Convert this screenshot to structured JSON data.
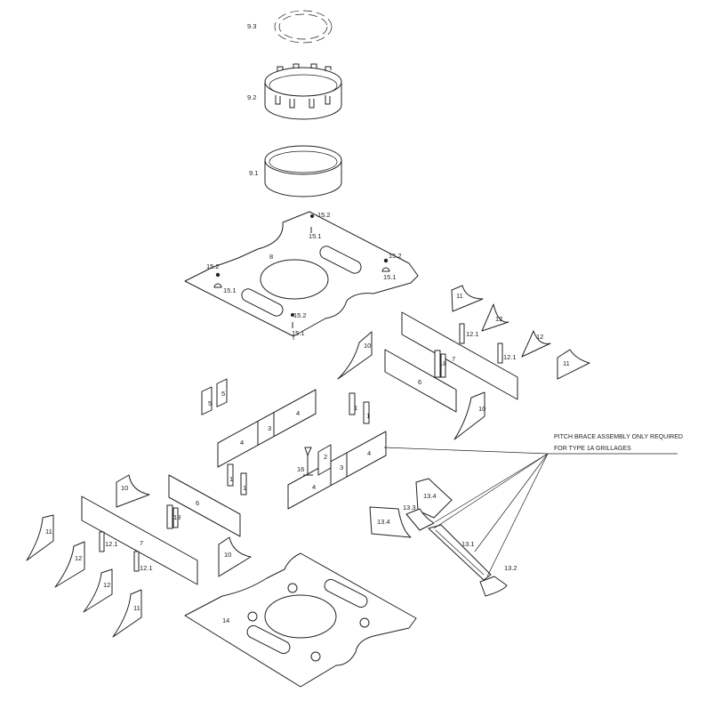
{
  "labels": {
    "p9_3": "9.3",
    "p9_2": "9.2",
    "p9_1": "9.1",
    "p8": "8",
    "p15_1": "15.1",
    "p15_2": "15.2",
    "p14": "14",
    "p1": "1",
    "p2": "2",
    "p3": "3",
    "p4": "4",
    "p5": "5",
    "p6": "6",
    "p7": "7",
    "p10": "10",
    "p11": "11",
    "p12": "12",
    "p12_1": "12.1",
    "p13_1": "13.1",
    "p13_2": "13.2",
    "p13_3": "13.3",
    "p13_4": "13.4",
    "p16": "16",
    "p18": "18"
  },
  "note": {
    "line1": "PITCH BRACE ASSEMBLY ONLY REQUIRED",
    "line2": "FOR TYPE 1A GRILLAGES"
  },
  "colors": {
    "line": "#222222",
    "fill": "#ffffff"
  }
}
